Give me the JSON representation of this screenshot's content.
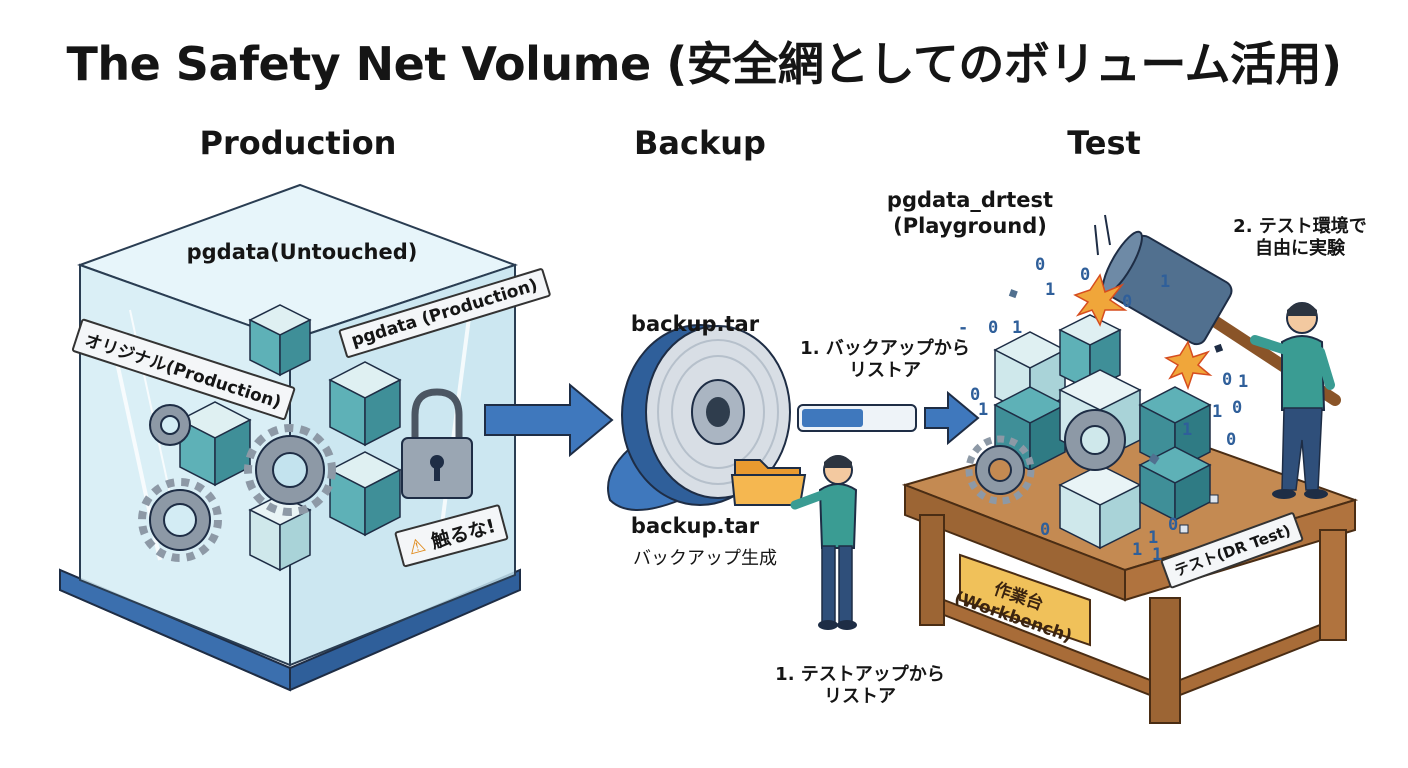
{
  "title": "The Safety Net Volume (安全網としてのボリューム活用)",
  "sections": {
    "production": "Production",
    "backup": "Backup",
    "test": "Test"
  },
  "production": {
    "volume_label": "pgdata(Untouched)",
    "original_sign": "オリジナル(Production)",
    "pgdata_sign": "pgdata (Production)",
    "warning_sign": "触るな!"
  },
  "backup": {
    "top_label": "backup.tar",
    "bottom_label": "backup.tar",
    "create_label": "バックアップ生成",
    "restore_step_line1": "1. バックアップから",
    "restore_step_line2": "リストア",
    "lower_step_line1": "1. テストアップから",
    "lower_step_line2": "リストア",
    "progress": 0.55
  },
  "test": {
    "volume_line1": "pgdata_drtest",
    "volume_line2": "(Playground)",
    "step_line1": "2. テスト環境で",
    "step_line2": "自由に実験",
    "workbench_line1": "作業台",
    "workbench_line2": "(Workbench)",
    "table_sign": "テスト(DR Test)",
    "binary_digits": [
      "0",
      "1",
      "0",
      "1",
      "0",
      "-",
      "1",
      "0",
      "1",
      "1",
      "1",
      "0",
      "0",
      "1",
      "0",
      "1",
      "0",
      "1",
      "0",
      "1",
      "0"
    ]
  },
  "colors": {
    "teal": "#3f8f98",
    "teal_light": "#cfe8eb",
    "glass": "#d6eef6",
    "arrow_blue": "#3f78bd",
    "wood": "#b0733e",
    "wood_dark": "#7c4b22",
    "orange": "#f0a63a",
    "person_shirt": "#3a9c93",
    "person_pants": "#2f4f7a"
  }
}
